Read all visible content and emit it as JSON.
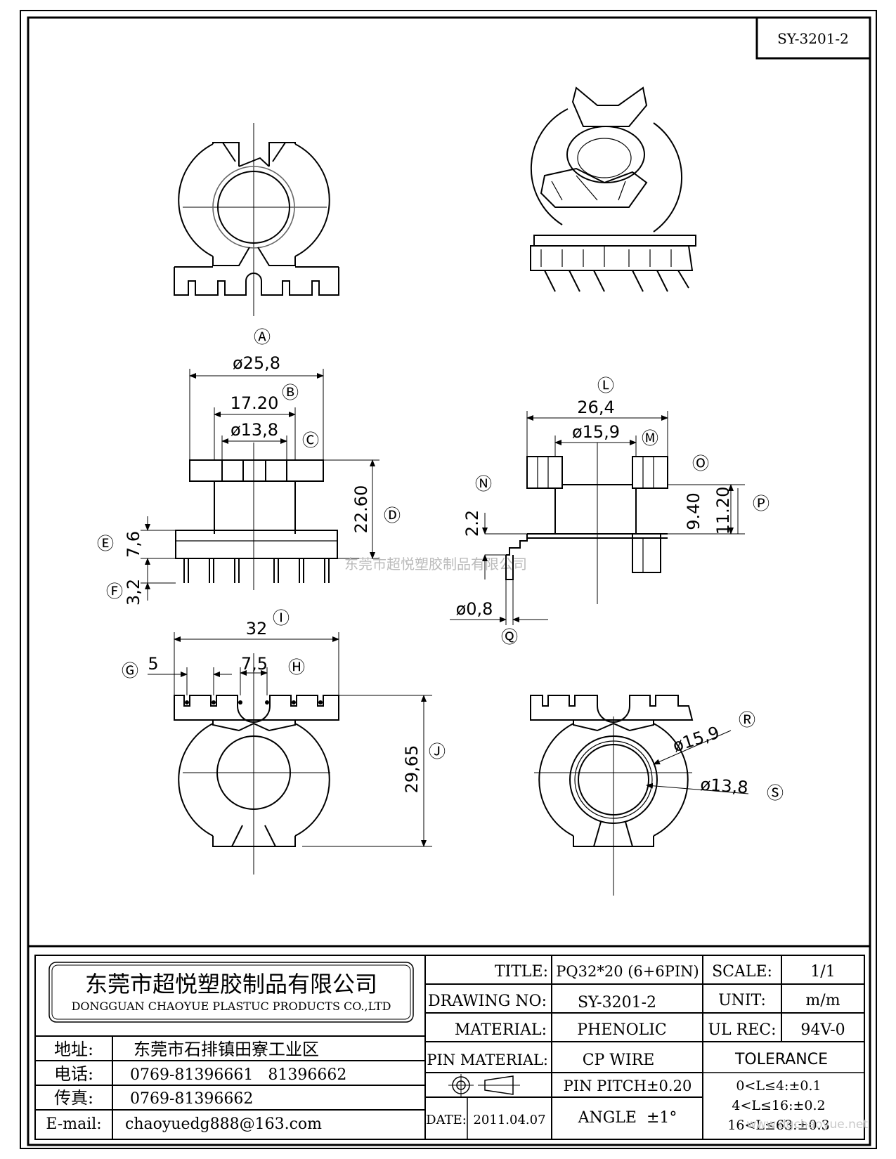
{
  "drawing_code": "SY-3201-2",
  "watermark_center": "东莞市超悦塑胶制品有限公司",
  "watermark_corner": "www.dgchaoyue.net",
  "dimensions": {
    "a": "Ⓐ",
    "b": "Ⓑ",
    "c": "Ⓒ",
    "d": "Ⓓ",
    "e": "Ⓔ",
    "f": "Ⓕ",
    "g": "Ⓖ",
    "h": "Ⓗ",
    "i": "Ⓘ",
    "j": "Ⓙ",
    "l": "Ⓛ",
    "m": "Ⓜ",
    "n": "Ⓝ",
    "o": "Ⓞ",
    "p": "Ⓟ",
    "q": "Ⓠ",
    "r": "Ⓡ",
    "s": "Ⓢ",
    "dia_25_8": "ø25,8",
    "d_17_20": "17.20",
    "dia_13_8": "ø13,8",
    "d_22_60": "22.60",
    "d_7_6": "7,6",
    "d_3_2": "3,2",
    "d_32": "32",
    "d_5": "5",
    "d_7_5": "7,5",
    "d_29_65": "29,65",
    "d_26_4": "26,4",
    "dia_15_9": "ø15,9",
    "d_2_2": "2.2",
    "d_9_40": "9.40",
    "d_11_20": "11.20",
    "dia_0_8": "ø0,8",
    "dia_15_9_r": "ø15,9",
    "dia_13_8_s": "ø13,8"
  },
  "company": {
    "name_cn": "东莞市超悦塑胶制品有限公司",
    "name_en": "DONGGUAN CHAOYUE PLASTUC PRODUCTS CO.,LTD",
    "address_label": "地址:",
    "address": "东莞市石排镇田寮工业区",
    "phone_label": "电话:",
    "phone": "0769-81396661   81396662",
    "fax_label": "传真:",
    "fax": "0769-81396662",
    "email_label": "E-mail:",
    "email": "chaoyuedg888@163.com"
  },
  "title_block": {
    "title_label": "TITLE:",
    "title": "PQ32*20 (6+6PIN)",
    "drawing_no_label": "DRAWING NO:",
    "drawing_no": "SY-3201-2",
    "material_label": "MATERIAL:",
    "material": "PHENOLIC",
    "pin_material_label": "PIN MATERIAL:",
    "pin_material": "CP WIRE",
    "pin_pitch": "PIN PITCH±0.20",
    "date_label": "DATE:",
    "date": "2011.04.07",
    "angle": "ANGLE  ±1°",
    "scale_label": "SCALE:",
    "scale": "1/1",
    "unit_label": "UNIT:",
    "unit": "m/m",
    "ul_label": "UL REC:",
    "ul": "94V-0",
    "tolerance_label": "TOLERANCE",
    "tol_1": "0<L≤4:±0.1",
    "tol_2": "4<L≤16:±0.2",
    "tol_3": "16<L≤63:±0.3"
  }
}
